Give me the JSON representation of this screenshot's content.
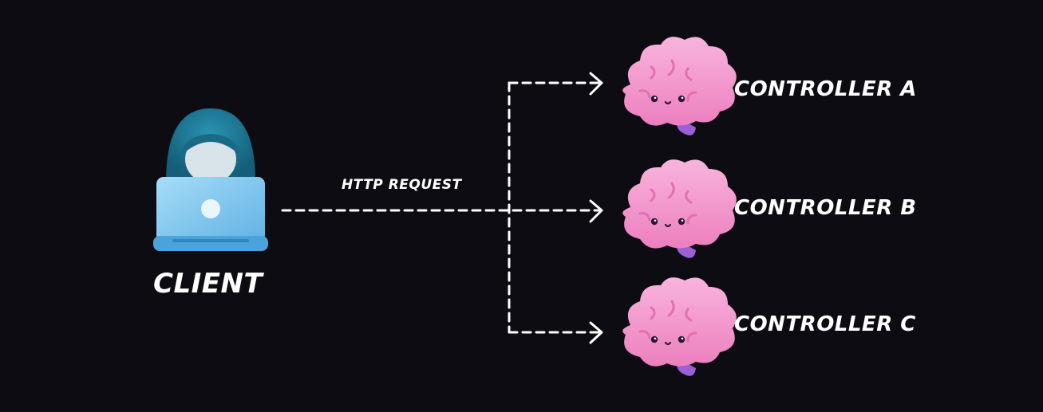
{
  "client": {
    "label": "CLIENT",
    "icon": "hooded-user-with-laptop-icon"
  },
  "request": {
    "label": "HTTP REQUEST"
  },
  "controllers": [
    {
      "label": "CONTROLLER A",
      "icon": "brain-icon"
    },
    {
      "label": "CONTROLLER B",
      "icon": "brain-icon"
    },
    {
      "label": "CONTROLLER C",
      "icon": "brain-icon"
    }
  ],
  "colors": {
    "background": "#0e0c13",
    "text": "#ffffff",
    "arrow": "#ffffff",
    "hood": "#1d7b99",
    "laptop": "#79c4ee",
    "brain": "#f49ad0",
    "brain_stem": "#9b5fd6"
  }
}
